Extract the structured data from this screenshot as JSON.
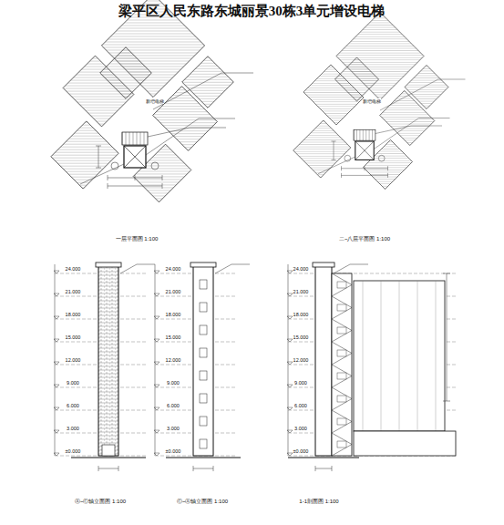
{
  "diagram": {
    "title": "梁平区人民东路东城丽景30栋3单元增设电梯",
    "labels": [
      "一层平面图 1:100",
      "二~八层平面图 1:100",
      "Ⓐ~Ⓒ轴立面图 1:100",
      "Ⓒ~Ⓐ轴立面图 1:100",
      "1-1剖面图 1:100",
      "±0.000",
      "3.000",
      "6.000",
      "9.000",
      "12.000",
      "15.000",
      "18.000",
      "21.000",
      "24.000",
      "±0.000",
      "3.000",
      "6.000",
      "9.000",
      "12.000",
      "15.000",
      "18.000",
      "21.000",
      "24.000",
      "±0.000",
      "3.000",
      "6.000",
      "9.000",
      "12.000",
      "15.000",
      "18.000",
      "21.000",
      "24.000",
      "新增电梯",
      "新增电梯"
    ]
  }
}
